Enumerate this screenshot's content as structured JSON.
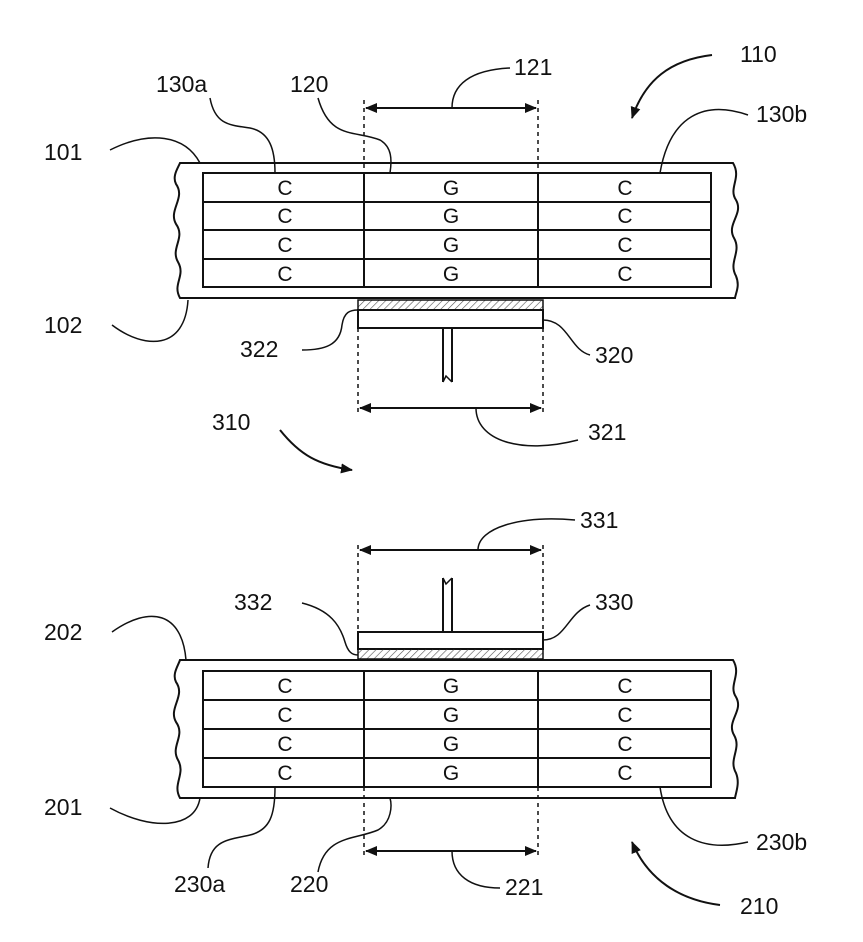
{
  "labels": {
    "l110": "110",
    "l121": "121",
    "l130a": "130a",
    "l120": "120",
    "l130b": "130b",
    "l101": "101",
    "l102": "102",
    "l322": "322",
    "l320": "320",
    "l310": "310",
    "l321": "321",
    "l331": "331",
    "l332": "332",
    "l330": "330",
    "l202": "202",
    "l201": "201",
    "l230a": "230a",
    "l220": "220",
    "l221": "221",
    "l230b": "230b",
    "l210": "210"
  },
  "top_rows": [
    [
      "C",
      "G",
      "C"
    ],
    [
      "C",
      "G",
      "C"
    ],
    [
      "C",
      "G",
      "C"
    ],
    [
      "C",
      "G",
      "C"
    ]
  ],
  "bottom_rows": [
    [
      "C",
      "G",
      "C"
    ],
    [
      "C",
      "G",
      "C"
    ],
    [
      "C",
      "G",
      "C"
    ],
    [
      "C",
      "G",
      "C"
    ]
  ]
}
